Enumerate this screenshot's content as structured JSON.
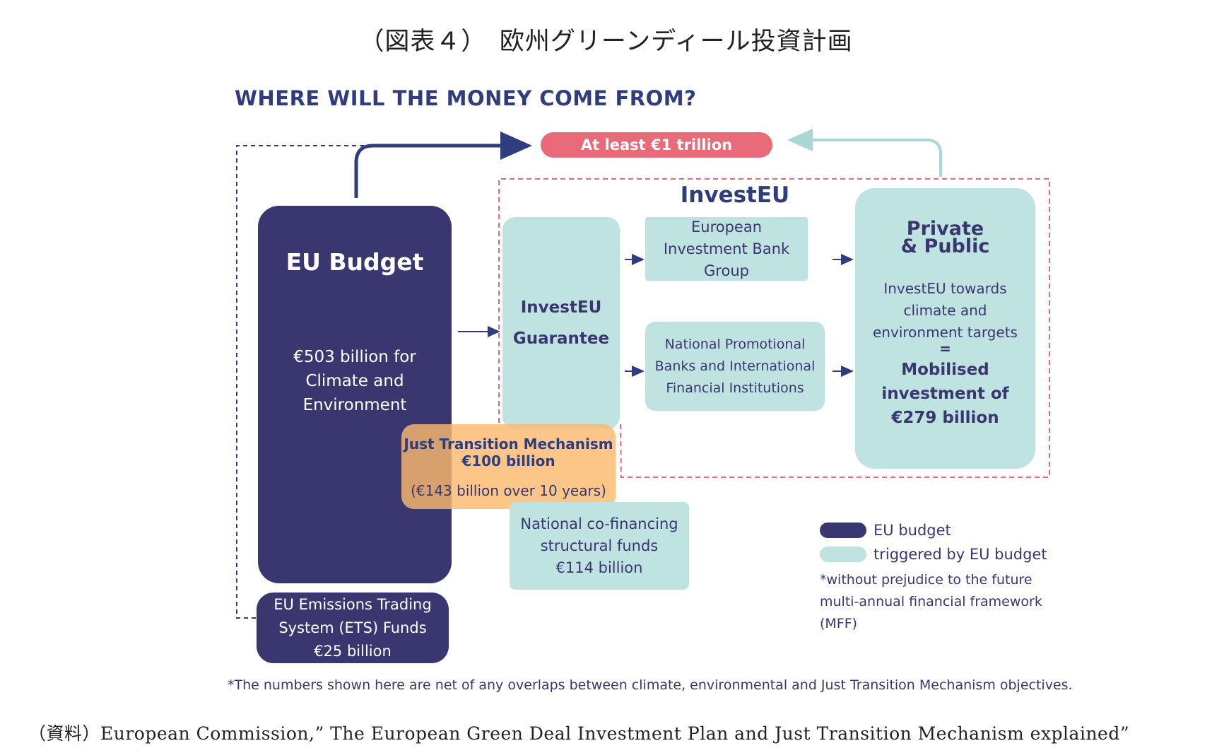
{
  "figure_title": "（図表４）　欧州グリーンディール投資計画",
  "headline": "WHERE WILL THE MONEY COME FROM?",
  "total": "At least €1 trillion",
  "eu_budget": {
    "title": "EU Budget",
    "desc": "€503 billion for Climate and Environment"
  },
  "ets": "EU Emissions Trading System (ETS) Funds €25 billion",
  "investeu": {
    "label": "InvestEU",
    "guarantee": "InvestEU Guarantee",
    "eib": "European Investment Bank Group",
    "npb": "National Promotional Banks and International Financial Institutions"
  },
  "private_public": {
    "title_line1": "Private",
    "title_line2": "& Public",
    "desc": "InvestEU towards climate and environment targets",
    "equals": "=",
    "mobilised": "Mobilised investment of €279 billion"
  },
  "jtm": {
    "title": "Just Transition Mechanism",
    "amount": "€100 billion",
    "detail": "(€143 billion over 10 years)"
  },
  "national_cofinancing": "National co-financing structural funds €114 billion",
  "legend": [
    {
      "label": "EU budget",
      "color": "#3a3670"
    },
    {
      "label": "triggered by EU budget",
      "color": "#bfe3e1"
    }
  ],
  "legend_note": "*without prejudice to the future multi-annual financial framework (MFF)",
  "footnote": "*The numbers shown here are net of any overlaps between climate, environmental and Just Transition Mechanism objectives.",
  "source": "（資料）European Commission,” The European Green Deal Investment Plan and Just Transition Mechanism explained”",
  "colors": {
    "navy": "#3a3670",
    "teal": "#bfe3e1",
    "red": "#e96b79",
    "orange": "#f9b96e"
  }
}
